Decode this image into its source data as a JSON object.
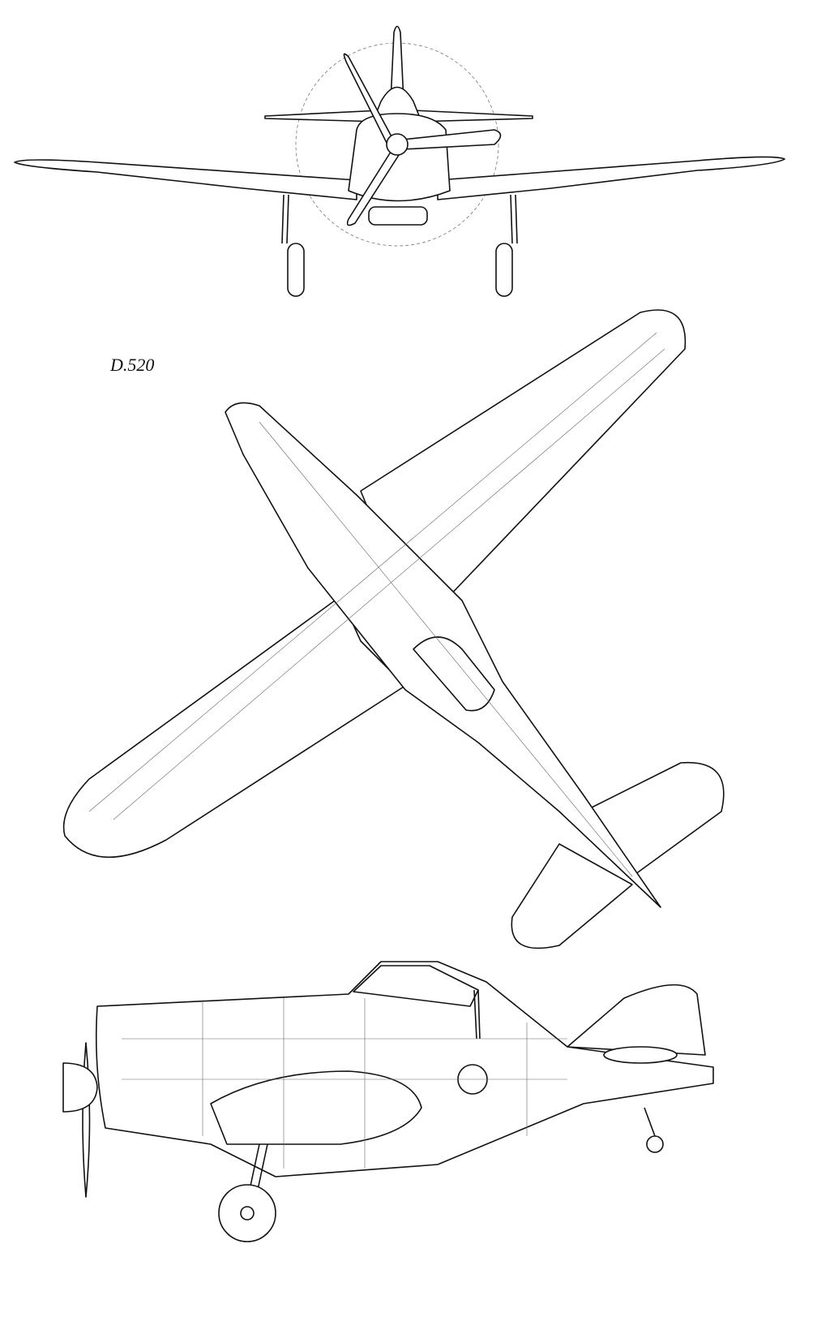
{
  "drawing": {
    "title": "D.520",
    "views": [
      "front-view",
      "top-view",
      "side-view"
    ],
    "line_color": "#111111",
    "background": "#ffffff"
  }
}
